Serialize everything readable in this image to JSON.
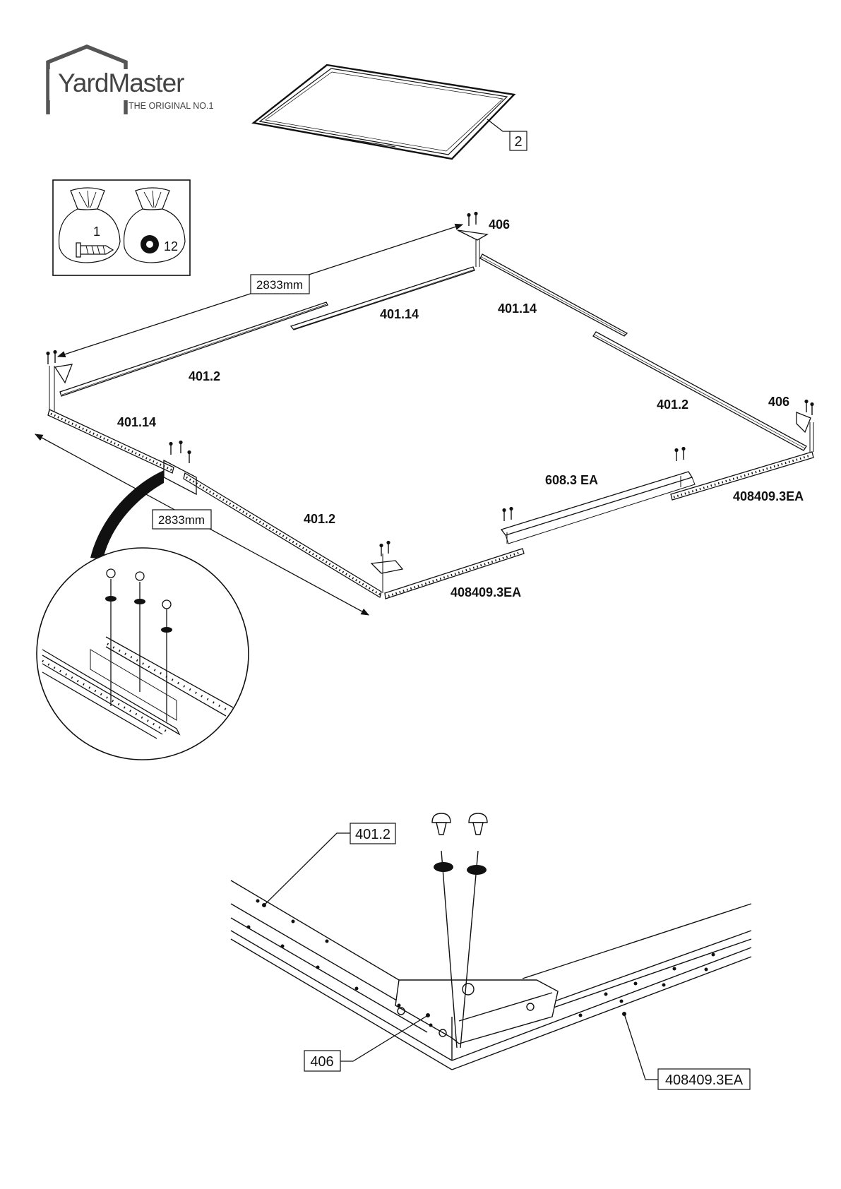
{
  "brand": {
    "name": "YardMaster",
    "tagline": "THE ORIGINAL NO.1"
  },
  "callouts": {
    "panel": "2",
    "screw_bag_count": "1",
    "washer_bag_count": "12"
  },
  "dimensions": {
    "back_length": "2833mm",
    "side_length": "2833mm"
  },
  "parts": {
    "corner_back": "406",
    "corner_right": "406",
    "rail_back_left": "401.2",
    "rail_back_center": "401.14",
    "rail_right_top": "401.14",
    "rail_right": "401.2",
    "rail_front_left": "401.14",
    "rail_front": "401.2",
    "beam_center": "608.3 EA",
    "base_right": "408409.3EA",
    "base_front": "408409.3EA"
  },
  "detail": {
    "rail_label": "401.2",
    "corner_label": "406",
    "base_label": "408409.3EA"
  },
  "colors": {
    "line": "#1a1a1a",
    "logo": "#555555",
    "background": "#ffffff"
  },
  "icons": [
    "house-logo-icon",
    "screw-bag-icon",
    "washer-bag-icon",
    "screw-icon",
    "washer-icon"
  ]
}
